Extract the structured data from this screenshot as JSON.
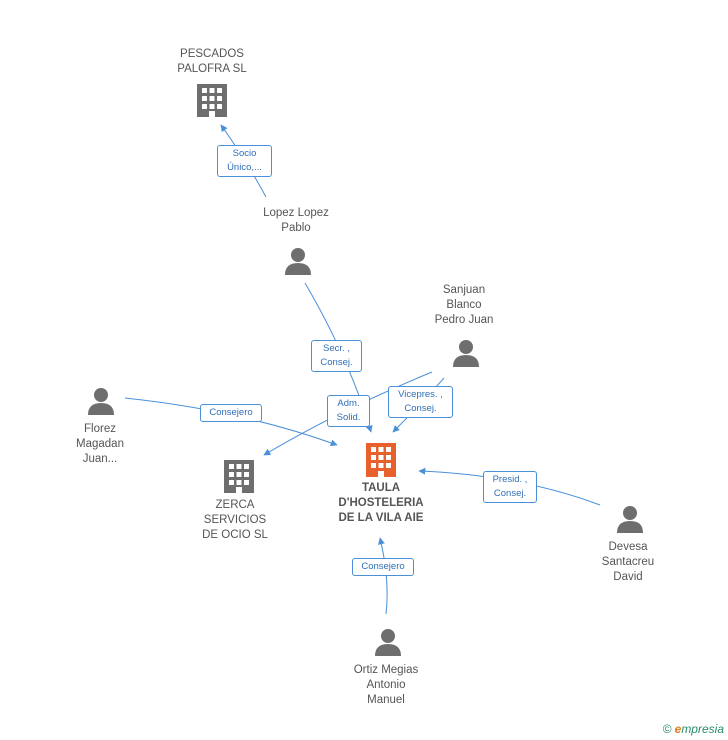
{
  "nodes": {
    "pescados": {
      "name": "PESCADOS\nPALOFRA  SL",
      "kind": "company"
    },
    "lopez": {
      "name": "Lopez Lopez\nPablo",
      "kind": "person"
    },
    "sanjuan": {
      "name": "Sanjuan\nBlanco\nPedro Juan",
      "kind": "person"
    },
    "florez": {
      "name": "Florez\nMagadan\nJuan...",
      "kind": "person"
    },
    "zerca": {
      "name": "ZERCA\nSERVICIOS\nDE OCIO SL",
      "kind": "company"
    },
    "taula": {
      "name": "TAULA\nD'HOSTELERIA\nDE LA VILA AIE",
      "kind": "company-main"
    },
    "devesa": {
      "name": "Devesa\nSantacreu\nDavid",
      "kind": "person"
    },
    "ortiz": {
      "name": "Ortiz Megias\nAntonio\nManuel",
      "kind": "person"
    }
  },
  "edges": {
    "socio": "Socio\nÚnico,...",
    "secr": "Secr. ,\nConsej.",
    "adm": "Adm.\nSolid.",
    "vicepres": "Vicepres. ,\nConsej.",
    "consejero_florez": "Consejero",
    "presid": "Presid. ,\nConsej.",
    "consejero_ortiz": "Consejero"
  },
  "colors": {
    "edge": "#4a90d9",
    "icon_gray": "#6e6e6e",
    "icon_main": "#e8602c"
  },
  "icons": {
    "person": "person-icon",
    "company": "building-icon"
  },
  "footer": {
    "copyright_symbol": "©",
    "brand_e": "e",
    "brand_rest": "mpresia"
  }
}
